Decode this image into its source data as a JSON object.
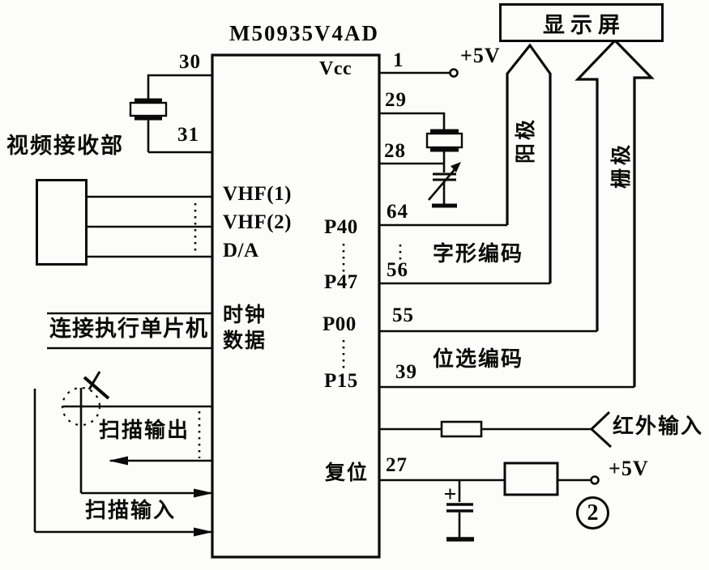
{
  "ic": {
    "title": "M50935V4AD",
    "pins": {
      "vcc": {
        "label": "Vcc",
        "number": "1"
      },
      "osc30": {
        "number": "30"
      },
      "osc31": {
        "number": "31"
      },
      "xtal29": {
        "number": "29"
      },
      "xtal28": {
        "number": "28"
      },
      "vhf1": {
        "label": "VHF(1)"
      },
      "vhf2": {
        "label": "VHF(2)"
      },
      "da": {
        "label": "D/A"
      },
      "clock": {
        "label": "时钟"
      },
      "data": {
        "label": "数据"
      },
      "p40": {
        "label": "P40",
        "number": "64"
      },
      "p47": {
        "label": "P47",
        "number": "56"
      },
      "p00": {
        "label": "P00",
        "number": "55"
      },
      "p15": {
        "label": "P15",
        "number": "39"
      },
      "reset": {
        "label": "复位",
        "number": "27"
      }
    }
  },
  "display": {
    "title": "显示屏",
    "anode_label": "阳极",
    "grid_label": "栅极"
  },
  "labels": {
    "video_receiver": "视频接收部",
    "mcu_link": "连接执行单片机",
    "glyph_code": "字形编码",
    "bit_select_code": "位选编码",
    "scan_output": "扫描输出",
    "scan_input": "扫描输入",
    "ir_input": "红外输入"
  },
  "power": {
    "vcc_5v": "+5V",
    "reset_5v": "+5V"
  },
  "figure": {
    "number": "2"
  },
  "colors": {
    "ink": "#0a0a0a",
    "paper": "#fcfcfa"
  }
}
